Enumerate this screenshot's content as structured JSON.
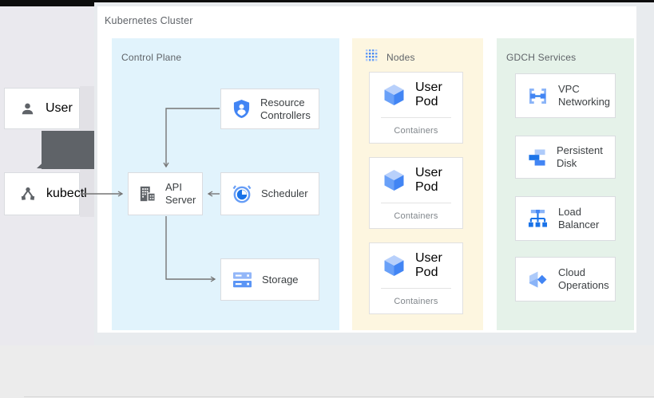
{
  "cluster": {
    "label": "Kubernetes Cluster"
  },
  "external": {
    "user_label": "User",
    "kubectl_label": "kubectl"
  },
  "control_plane": {
    "label": "Control Plane",
    "resource_controllers_label": "Resource Controllers",
    "api_server_label": "API Server",
    "scheduler_label": "Scheduler",
    "storage_label": "Storage"
  },
  "nodes": {
    "label": "Nodes",
    "pods": [
      {
        "title": "User Pod",
        "subtitle": "Containers"
      },
      {
        "title": "User Pod",
        "subtitle": "Containers"
      },
      {
        "title": "User Pod",
        "subtitle": "Containers"
      }
    ]
  },
  "gdch": {
    "label": "GDCH Services",
    "services": [
      {
        "name": "VPC Networking"
      },
      {
        "name": "Persistent Disk"
      },
      {
        "name": "Load Balancer"
      },
      {
        "name": "Cloud Operations"
      }
    ]
  },
  "colors": {
    "accent_blue": "#4285f4",
    "dark_blue": "#1a73e8",
    "light_blue": "#aecbfa",
    "panel_blue": "#e1f3fc",
    "panel_yellow": "#fdf6e0",
    "panel_green": "#e5f2e9",
    "icon_gray": "#5f6368",
    "arrow_gray": "#757575",
    "big_arrow_gray": "#5f6368",
    "label_gray": "#5f6368",
    "text_dark": "#3c4043"
  }
}
